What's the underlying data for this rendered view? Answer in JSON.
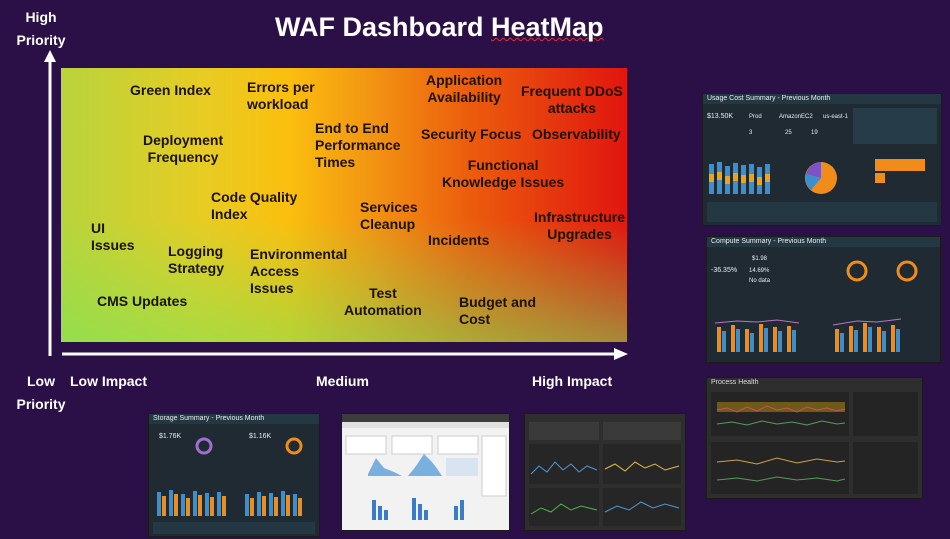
{
  "title": {
    "text_plain": "WAF Dashboard ",
    "text_underlined": "HeatMap"
  },
  "y_axis": {
    "high": "High\nPriority",
    "low": "Low\nPriority"
  },
  "x_axis": {
    "low": "Low Impact",
    "medium": "Medium",
    "high": "High Impact"
  },
  "items": [
    {
      "id": "green-index",
      "text": "Green Index"
    },
    {
      "id": "errors-per-workload",
      "text": "Errors per\nworkload"
    },
    {
      "id": "application-availability",
      "text": "Application\nAvailability"
    },
    {
      "id": "frequent-ddos",
      "text": "Frequent DDoS\nattacks"
    },
    {
      "id": "deployment-frequency",
      "text": "Deployment\nFrequency"
    },
    {
      "id": "end-to-end",
      "text": "End to End\nPerformance\nTimes"
    },
    {
      "id": "security-focus",
      "text": "Security Focus"
    },
    {
      "id": "observability",
      "text": "Observability"
    },
    {
      "id": "functional-knowledge",
      "text": "Functional\nKnowledge Issues"
    },
    {
      "id": "code-quality",
      "text": "Code Quality\nIndex"
    },
    {
      "id": "services-cleanup",
      "text": "Services\nCleanup"
    },
    {
      "id": "infrastructure-upgrades",
      "text": "Infrastructure\nUpgrades"
    },
    {
      "id": "ui-issues",
      "text": "UI\nIssues"
    },
    {
      "id": "logging-strategy",
      "text": "Logging\nStrategy"
    },
    {
      "id": "environmental-access",
      "text": "Environmental\nAccess\nIssues"
    },
    {
      "id": "incidents",
      "text": "Incidents"
    },
    {
      "id": "cms-updates",
      "text": "CMS Updates"
    },
    {
      "id": "test-automation",
      "text": "Test\nAutomation"
    },
    {
      "id": "budget-cost",
      "text": "Budget and\nCost"
    }
  ],
  "thumbnails": {
    "usage": {
      "title": "Usage Cost Summary - Previous Month",
      "values": [
        "$13.50K",
        "Prod",
        "AmazonEC2",
        "us-east-1",
        "3",
        "25",
        "19"
      ]
    },
    "compute": {
      "title": "Compute Summary - Previous Month",
      "values": [
        "-36.35%",
        "$1.98",
        "14.69%",
        "No data"
      ]
    },
    "storage": {
      "title": "Storage Summary - Previous Month",
      "values": [
        "$1.76K",
        "$1.16K"
      ]
    },
    "process": {
      "title": "Process Health"
    }
  }
}
